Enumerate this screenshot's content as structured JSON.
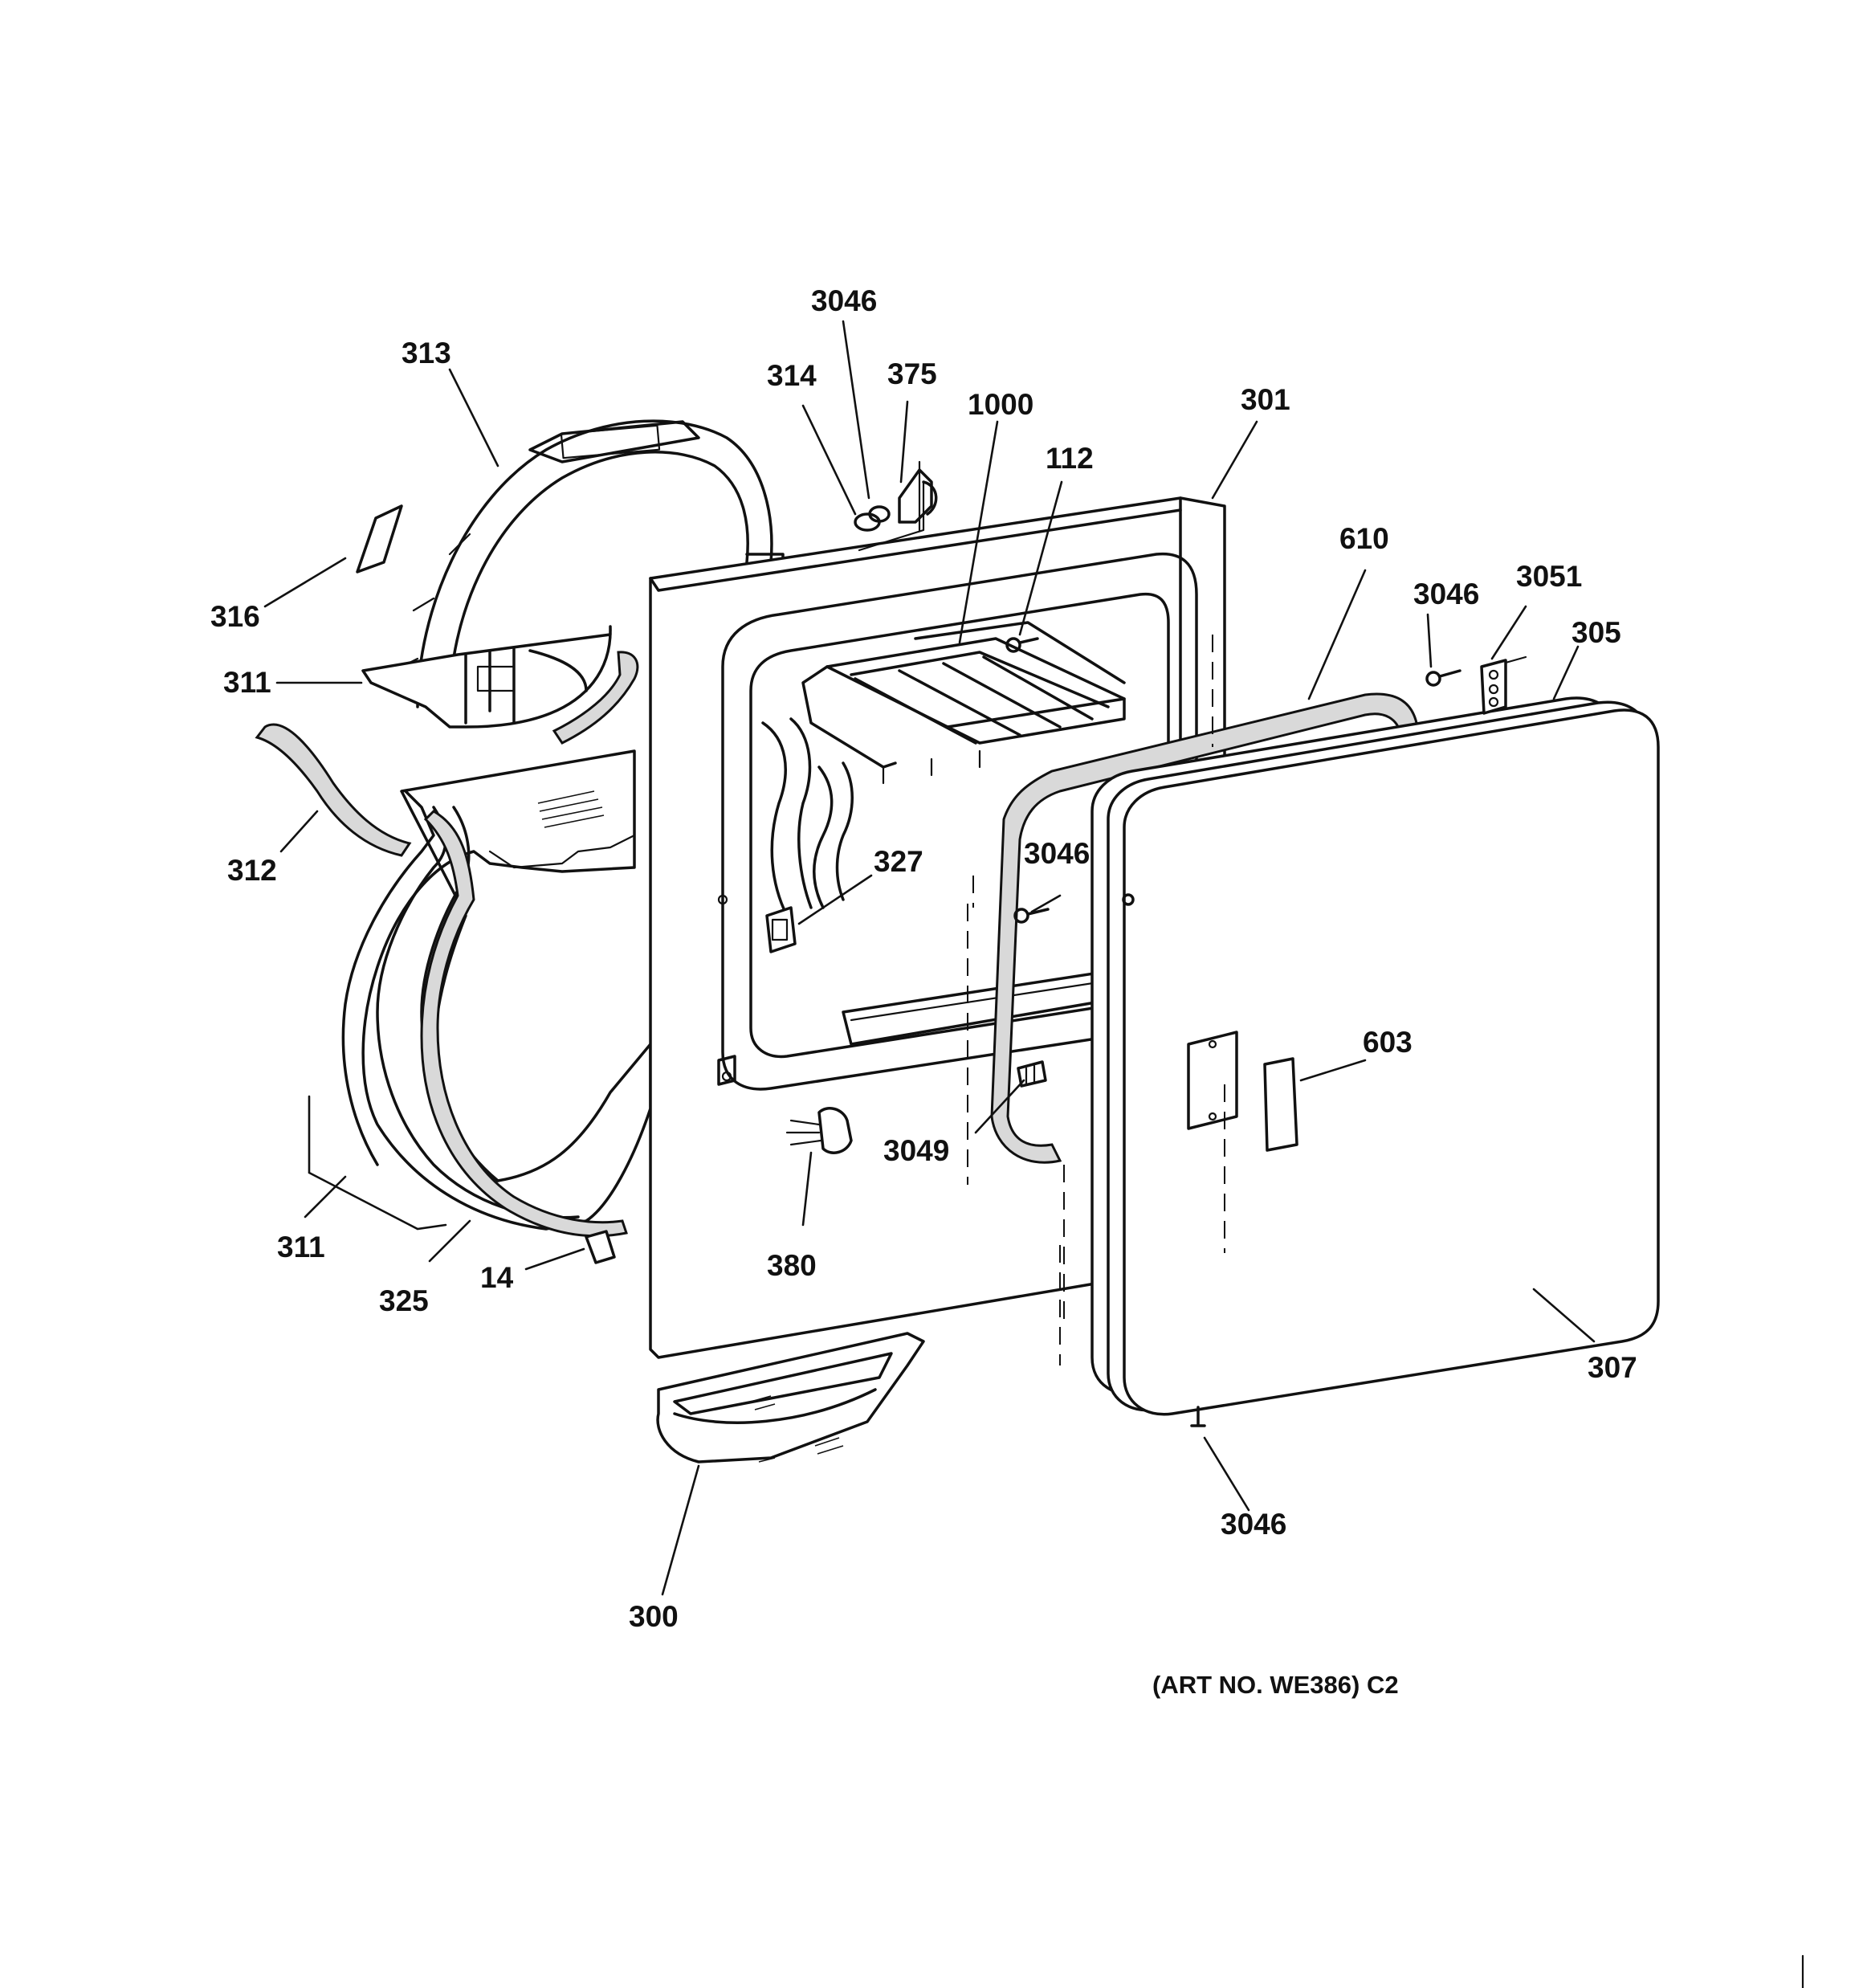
{
  "art_number": "(ART NO. WE386) C2",
  "parts": [
    {
      "id": "313",
      "label": "313"
    },
    {
      "id": "3046-top",
      "label": "3046"
    },
    {
      "id": "314",
      "label": "314"
    },
    {
      "id": "375",
      "label": "375"
    },
    {
      "id": "1000",
      "label": "1000"
    },
    {
      "id": "301",
      "label": "301"
    },
    {
      "id": "112",
      "label": "112"
    },
    {
      "id": "610",
      "label": "610"
    },
    {
      "id": "3046-hinge",
      "label": "3046"
    },
    {
      "id": "3051",
      "label": "3051"
    },
    {
      "id": "305",
      "label": "305"
    },
    {
      "id": "316",
      "label": "316"
    },
    {
      "id": "311-top",
      "label": "311"
    },
    {
      "id": "312",
      "label": "312"
    },
    {
      "id": "327",
      "label": "327"
    },
    {
      "id": "3046-door",
      "label": "3046"
    },
    {
      "id": "603",
      "label": "603"
    },
    {
      "id": "3049",
      "label": "3049"
    },
    {
      "id": "380",
      "label": "380"
    },
    {
      "id": "311-bottom",
      "label": "311"
    },
    {
      "id": "325",
      "label": "325"
    },
    {
      "id": "14",
      "label": "14"
    },
    {
      "id": "307",
      "label": "307"
    },
    {
      "id": "3046-bottom",
      "label": "3046"
    },
    {
      "id": "300",
      "label": "300"
    }
  ]
}
